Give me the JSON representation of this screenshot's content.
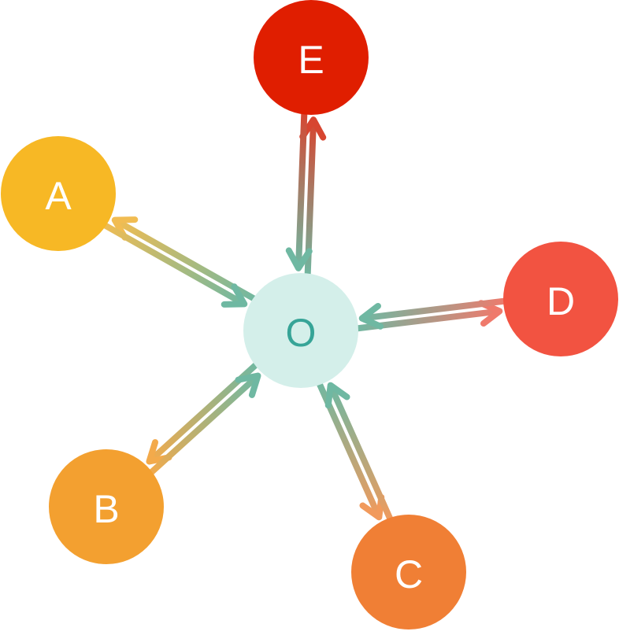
{
  "center": {
    "id": "O",
    "label": "O",
    "fill": "#d4efea",
    "text_color": "#36a497"
  },
  "nodes": [
    {
      "id": "E",
      "label": "E",
      "fill": "#e01e00",
      "text_color": "#ffffff"
    },
    {
      "id": "A",
      "label": "A",
      "fill": "#f7b825",
      "text_color": "#ffffff"
    },
    {
      "id": "D",
      "label": "D",
      "fill": "#f25341",
      "text_color": "#ffffff"
    },
    {
      "id": "B",
      "label": "B",
      "fill": "#f3a030",
      "text_color": "#ffffff"
    },
    {
      "id": "C",
      "label": "C",
      "fill": "#f07f35",
      "text_color": "#ffffff"
    }
  ],
  "edge_center_color": "#6fb8a2",
  "edge_colors": {
    "E": "#d74530",
    "A": "#f1bc52",
    "D": "#ef7a6c",
    "B": "#f3aa4b",
    "C": "#f19a5c"
  },
  "edges": [
    {
      "from": "O",
      "to": "E"
    },
    {
      "from": "E",
      "to": "O"
    },
    {
      "from": "O",
      "to": "A"
    },
    {
      "from": "A",
      "to": "O"
    },
    {
      "from": "O",
      "to": "D"
    },
    {
      "from": "D",
      "to": "O"
    },
    {
      "from": "O",
      "to": "B"
    },
    {
      "from": "B",
      "to": "O"
    },
    {
      "from": "O",
      "to": "C"
    },
    {
      "from": "C",
      "to": "O"
    }
  ]
}
